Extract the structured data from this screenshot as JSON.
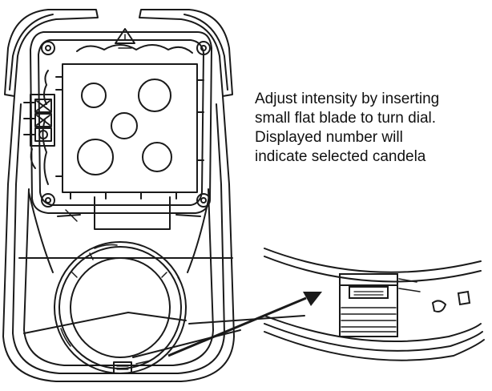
{
  "instruction": {
    "lines": [
      "Adjust intensity by inserting",
      "small flat blade to turn dial.",
      "Displayed number will",
      "indicate selected candela"
    ]
  },
  "colors": {
    "line": "#1a1a1a",
    "background": "#ffffff"
  }
}
